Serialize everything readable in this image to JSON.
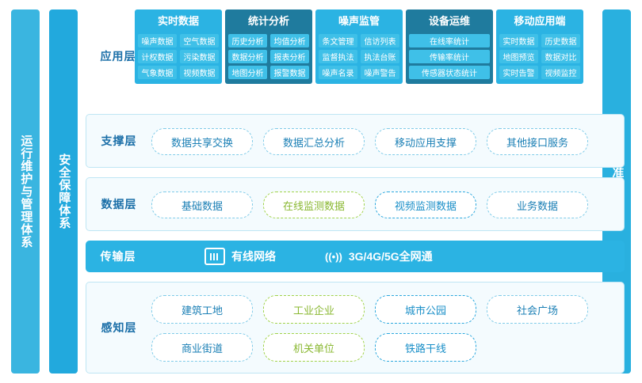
{
  "sides": {
    "left": "运行维护与管理体系",
    "middle": "安全保障体系",
    "right": "保准规范体系"
  },
  "layers": {
    "application": {
      "title": "应用层",
      "cards": [
        {
          "header": "实时数据",
          "header_color": "#2bb3e3",
          "cell_color": "#3fc0e8",
          "rows": [
            [
              "噪声数据",
              "空气数据"
            ],
            [
              "计权数据",
              "污染数据"
            ],
            [
              "气象数据",
              "视频数据"
            ]
          ]
        },
        {
          "header": "统计分析",
          "header_color": "#1f7b9e",
          "cell_color": "#3fc0e8",
          "rows": [
            [
              "历史分析",
              "均值分析"
            ],
            [
              "数据分析",
              "报表分析"
            ],
            [
              "地图分析",
              "报警数据"
            ]
          ]
        },
        {
          "header": "噪声监管",
          "header_color": "#2bb3e3",
          "cell_color": "#3fc0e8",
          "rows": [
            [
              "条文管理",
              "信访列表"
            ],
            [
              "监督执法",
              "执法台账"
            ],
            [
              "噪声名录",
              "噪声警告"
            ]
          ]
        },
        {
          "header": "设备运维",
          "header_color": "#1f7b9e",
          "cell_color": "#3fc0e8",
          "rows": [
            [
              "在线率统计"
            ],
            [
              "传输率统计"
            ],
            [
              "传感器状态统计"
            ]
          ]
        },
        {
          "header": "移动应用端",
          "header_color": "#2bb3e3",
          "cell_color": "#3fc0e8",
          "rows": [
            [
              "实时数据",
              "历史数据"
            ],
            [
              "地图预览",
              "数据对比"
            ],
            [
              "实时告警",
              "视频监控"
            ]
          ]
        }
      ]
    },
    "support": {
      "title": "支撑层",
      "items": [
        "数据共享交换",
        "数据汇总分析",
        "移动应用支撑",
        "其他接口服务"
      ]
    },
    "data": {
      "title": "数据层",
      "items": [
        {
          "label": "基础数据",
          "style": "blue"
        },
        {
          "label": "在线监测数据",
          "style": "green"
        },
        {
          "label": "视频监测数据",
          "style": "blue-strong"
        },
        {
          "label": "业务数据",
          "style": "blue"
        }
      ]
    },
    "transmission": {
      "title": "传输层",
      "items": [
        {
          "icon": "ethernet-icon",
          "label": "有线网络"
        },
        {
          "icon": "wireless-signal-icon",
          "label": "3G/4G/5G全网通"
        }
      ]
    },
    "perception": {
      "title": "感知层",
      "rows": [
        [
          {
            "label": "建筑工地",
            "style": "blue"
          },
          {
            "label": "工业企业",
            "style": "green"
          },
          {
            "label": "城市公园",
            "style": "blue-strong"
          },
          {
            "label": "社会广场",
            "style": "blue"
          }
        ],
        [
          {
            "label": "商业街道",
            "style": "blue"
          },
          {
            "label": "机关单位",
            "style": "green"
          },
          {
            "label": "铁路干线",
            "style": "blue-strong"
          }
        ]
      ]
    }
  },
  "colors": {
    "primary": "#2bb3e3",
    "dark_blue": "#1f7b9e",
    "green": "#9fd24a",
    "panel_bg": "#f4fbfe",
    "border": "#bfe6f4"
  }
}
